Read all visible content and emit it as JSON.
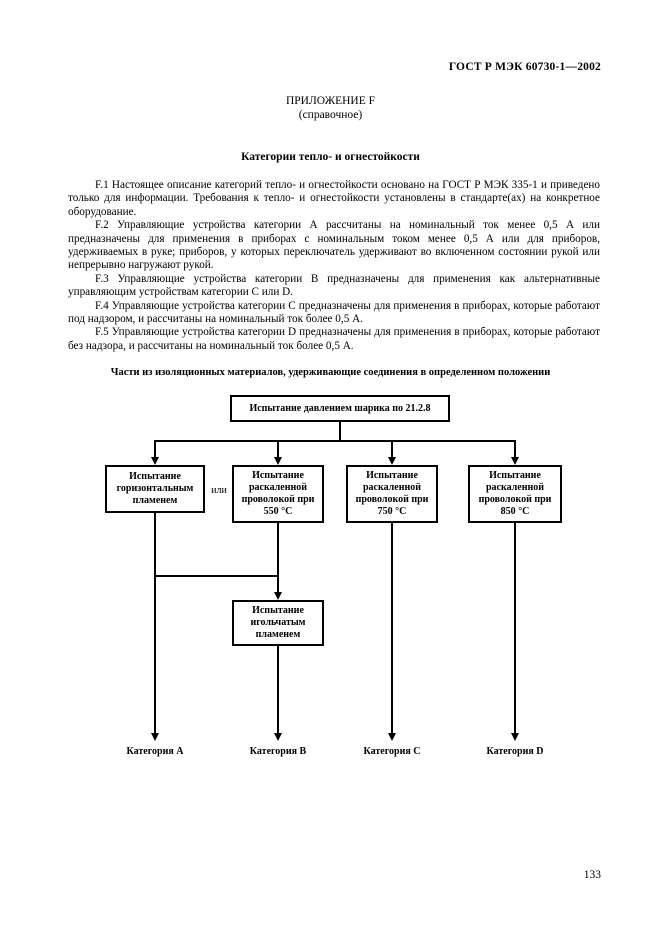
{
  "header": {
    "doc_code": "ГОСТ Р МЭК 60730-1—2002"
  },
  "appendix": {
    "title": "ПРИЛОЖЕНИЕ F",
    "subtitle": "(справочное)"
  },
  "section": {
    "title": "Категории тепло- и огнестойкости"
  },
  "paragraphs": [
    "F.1 Настоящее описание категорий тепло- и огнестойкости основано на ГОСТ Р МЭК 335-1 и приведено только для информации. Требования к тепло- и огнестойкости установлены в стандарте(ах) на конкретное оборудование.",
    "F.2 Управляющие устройства категории А рассчитаны на номинальный ток менее 0,5 А или предназначены для применения в приборах с номинальным током менее 0,5 А или для приборов, удерживаемых в руке; приборов, у которых переключатель удерживают во включенном состоянии рукой или непрерывно нагружают рукой.",
    "F.3 Управляющие  устройства  категории  В  предназначены для применения как альтернативные управляющим устройствам  категории С или D.",
    "F.4 Управляющие устройства категории С предназначены для применения в приборах, которые работают под надзором, и рассчитаны на номинальный ток более 0,5 А.",
    "F.5 Управляющие  устройства  категории  D предназначены для применения в приборах, которые работают без надзора, и рассчитаны на номинальный ток более 0,5 А."
  ],
  "diagram": {
    "title": "Части из изоляционных материалов, удерживающие соединения в определенном положении",
    "boxes": {
      "ball_pressure": "Испытание давлением шарика по 21.2.8",
      "horizontal_flame": "Испытание горизонтальным пламенем",
      "or_label": "или",
      "glow_wire_550": "Испытание раскаленной проволокой при 550 °С",
      "glow_wire_750": "Испытание раскаленной проволокой при 750 °С",
      "glow_wire_850": "Испытание раскаленной проволокой при 850 °С",
      "needle_flame": "Испытание игольчатым пламенем"
    },
    "categories": [
      "Категория А",
      "Категория В",
      "Категория С",
      "Категория D"
    ]
  },
  "footer": {
    "page_number": "133"
  }
}
